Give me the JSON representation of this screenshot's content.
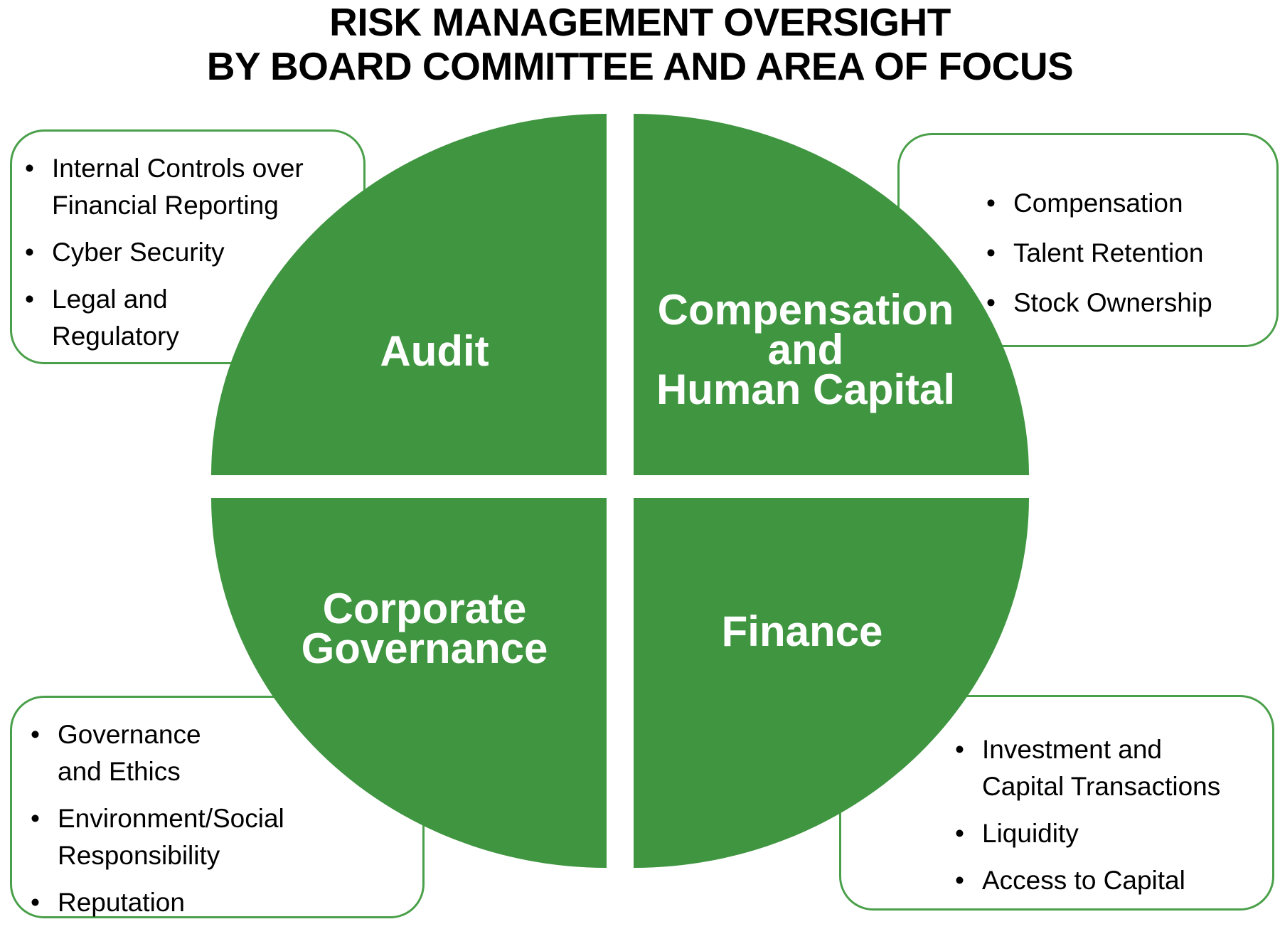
{
  "title": {
    "line1": "RISK MANAGEMENT OVERSIGHT",
    "line2": "BY BOARD COMMITTEE AND AREA OF FOCUS"
  },
  "bullet_char": "•",
  "colors": {
    "quadrant_green": "#3f9540",
    "box_border_green": "#4aa04a",
    "title_black": "#000000",
    "label_white": "#ffffff"
  },
  "quadrants": {
    "audit": {
      "label": "Audit"
    },
    "compensation": {
      "label": "Compensation\nand\nHuman Capital"
    },
    "governance": {
      "label": "Corporate\nGovernance"
    },
    "finance": {
      "label": "Finance"
    }
  },
  "callouts": {
    "audit": {
      "items": [
        "Internal Controls over\nFinancial Reporting",
        "Cyber Security",
        "Legal and\nRegulatory"
      ]
    },
    "compensation": {
      "items": [
        "Compensation",
        "Talent Retention",
        "Stock Ownership"
      ]
    },
    "governance": {
      "items": [
        "Governance\nand Ethics",
        "Environment/Social\nResponsibility",
        "Reputation"
      ]
    },
    "finance": {
      "items": [
        "Investment and\nCapital Transactions",
        "Liquidity",
        "Access to Capital"
      ]
    }
  }
}
